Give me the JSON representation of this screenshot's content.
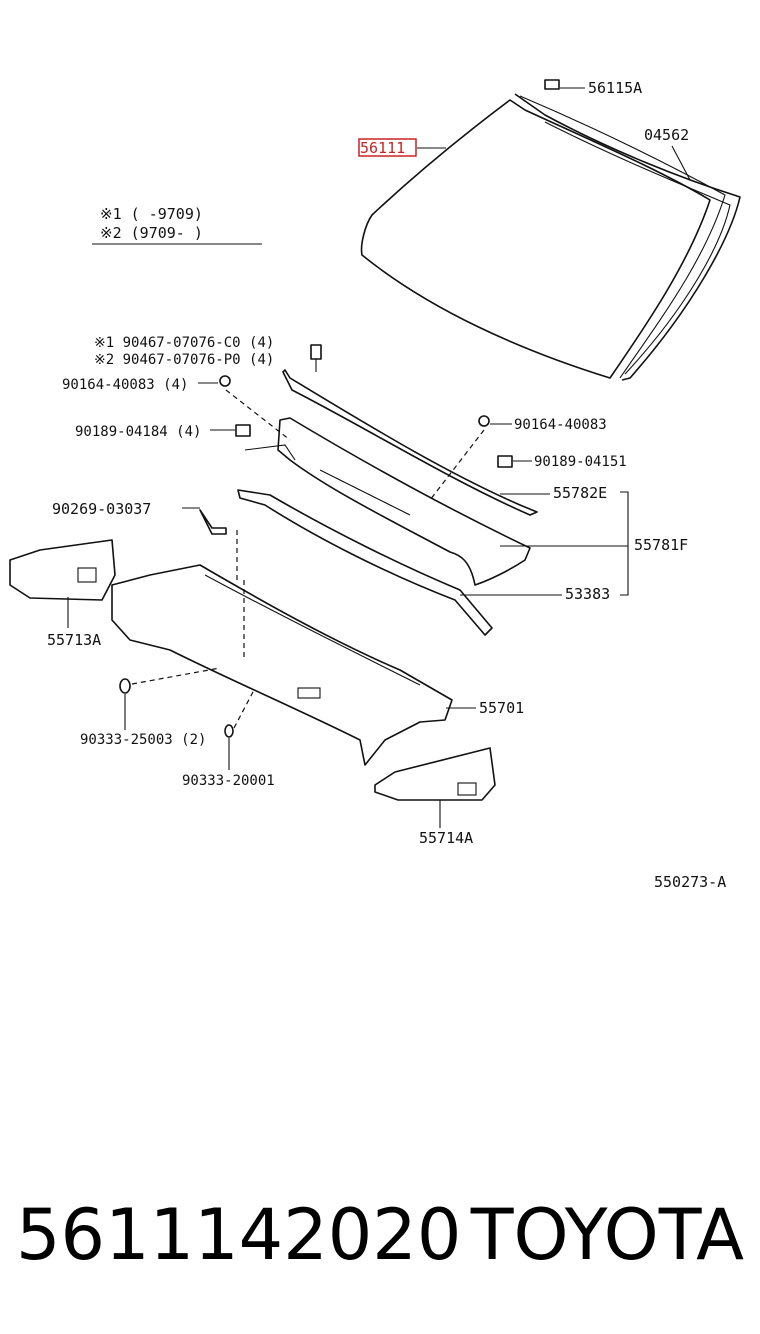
{
  "note": {
    "row1": "※1 (      -9709)",
    "row2": "※2 (9709-      )"
  },
  "labels": {
    "l56115A": "56115A",
    "l56111": "56111",
    "l04562": "04562",
    "l90467_c": "※1 90467-07076-C0 (4)",
    "l90467_p": "※2 90467-07076-P0 (4)",
    "l90164_left": "90164-40083 (4)",
    "l90189_left": "90189-04184 (4)",
    "l90164_right": "90164-40083",
    "l90189_right": "90189-04151",
    "l55782E": "55782E",
    "l55781F": "55781F",
    "l53383": "53383",
    "l90269": "90269-03037",
    "l55713A": "55713A",
    "l55701": "55701",
    "l90333_25003": "90333-25003 (2)",
    "l90333_20001": "90333-20001",
    "l55714A": "55714A",
    "l550273A": "550273-A"
  },
  "highlight_color": "#cc2222",
  "footer": {
    "part_number": "5611142020",
    "brand": "TOYOTA"
  }
}
